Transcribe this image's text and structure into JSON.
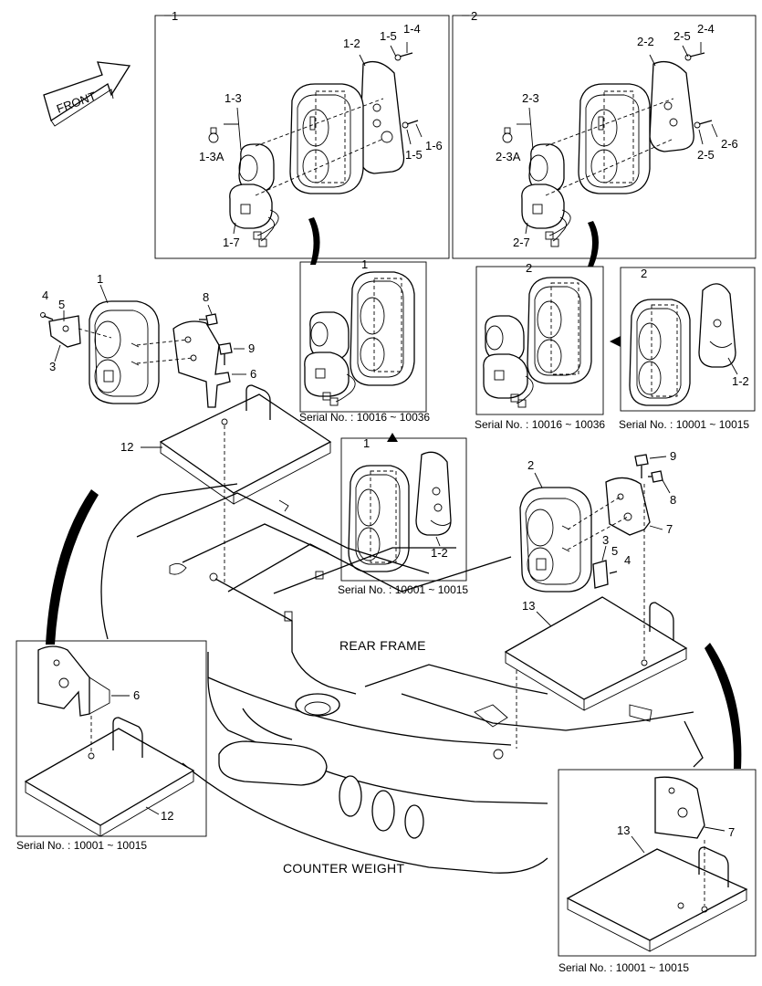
{
  "diagram": {
    "front_label": "FRONT",
    "frame_labels": {
      "rear_frame": "REAR FRAME",
      "counter_weight": "COUNTER WEIGHT"
    },
    "group_numbers": [
      "1",
      "2"
    ],
    "callouts_group1": [
      "1-2",
      "1-3",
      "1-3A",
      "1-4",
      "1-5",
      "1-5",
      "1-6",
      "1-7"
    ],
    "callouts_group2": [
      "2-2",
      "2-3",
      "2-3A",
      "2-4",
      "2-5",
      "2-5",
      "2-6",
      "2-7"
    ],
    "callouts_main": [
      "1",
      "3",
      "4",
      "5",
      "6",
      "8",
      "9",
      "12",
      "2",
      "3",
      "4",
      "5",
      "7",
      "8",
      "9",
      "13"
    ],
    "insets": [
      {
        "group": "1",
        "serial": "Serial No. : 10016 ~ 10036"
      },
      {
        "group": "1",
        "callout": "1-2",
        "serial": "Serial No. : 10001 ~ 10015"
      },
      {
        "group": "2",
        "serial": "Serial No. : 10016 ~ 10036"
      },
      {
        "group": "2",
        "callout": "1-2",
        "serial": "Serial No. : 10001 ~ 10015"
      },
      {
        "callouts": [
          "6",
          "12"
        ],
        "serial": "Serial No. : 10001 ~ 10015"
      },
      {
        "callouts": [
          "13",
          "7"
        ],
        "serial": "Serial No. : 10001 ~ 10015"
      }
    ]
  }
}
